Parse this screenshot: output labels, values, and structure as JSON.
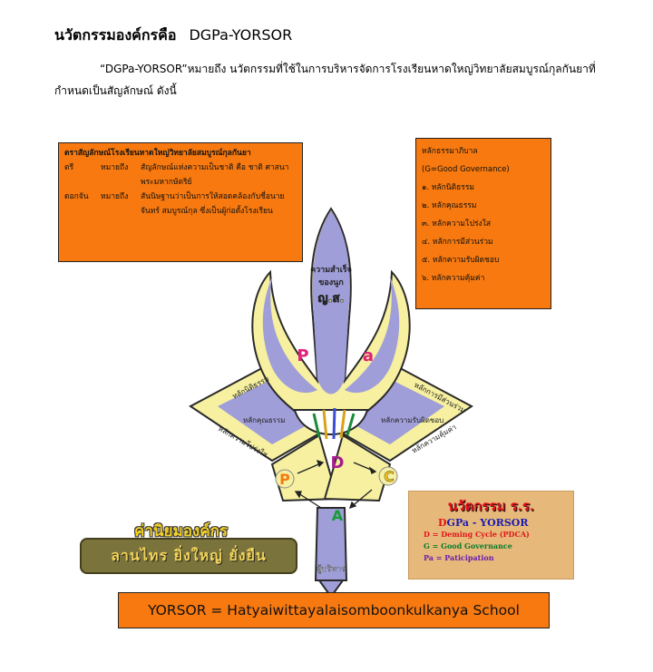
{
  "page": {
    "title_prefix": "นวัตกรรมองค์กรคือ",
    "title_name": "DGPa-YORSOR",
    "intro": "“DGPa-YORSOR”หมายถึง นวัตกรรมที่ใช้ในการบริหารจัดการโรงเรียนหาดใหญ่วิทยาลัยสมบูรณ์กุลกันยาที่กำหนดเป็นสัญลักษณ์ ดังนี้"
  },
  "emblem_box": {
    "heading": "ตราสัญลักษณ์โรงเรียนหาดใหญ่วิทยาลัยสมบูรณ์กุลกันยา",
    "rows": [
      {
        "term": "ตรี",
        "means": "หมายถึง",
        "desc": "สัญลักษณ์แห่งความเป็นชาติ คือ ชาติ ศาสนา พระมหากษัตริย์"
      },
      {
        "term": "ดอกจัน",
        "means": "หมายถึง",
        "desc": "สันนิษฐานว่าเป็นการให้สอดคล้องกับชื่อนายจันทร์ สมบูรณ์กุล ซึ่งเป็นผู้ก่อตั้งโรงเรียน"
      }
    ]
  },
  "governance_box": {
    "title": "หลักธรรมาภิบาล",
    "subtitle": "(G=Good Governance)",
    "items": [
      "๑. หลักนิติธรรม",
      "๒. หลักคุณธรรม",
      "๓. หลักความโปร่งใส",
      "๔. หลักการมีส่วนร่วม",
      "๕. หลักความรับผิดชอบ",
      "๖. หลักความคุ้มค่า"
    ]
  },
  "diagram": {
    "top_label_1": "ความสำเร็จ",
    "top_label_2": "ของนูก",
    "top_label_3": "ญ.ส.",
    "letter_p_big": "P",
    "letter_a_big": "a",
    "left_petal_1": "หลักนิติธรรม",
    "left_petal_2": "หลักคุณธรรม",
    "left_petal_3": "หลักความโปร่งใส",
    "right_petal_1": "หลักการมีส่วนร่วม",
    "right_petal_2": "หลักความรับผิดชอบ",
    "right_petal_3": "หลักความคุ้มค่า",
    "cycle_d": "D",
    "cycle_p": "P",
    "cycle_c": "C",
    "cycle_a": "A",
    "bottom_label": "ผู้บริหาร"
  },
  "values": {
    "title": "ค่านิยมองค์กร",
    "motto": "ลานไทร  ยิ่งใหญ่  ยั่งยืน"
  },
  "innovation_box": {
    "heading": "นวัตกรรม ร.ร.",
    "acronym_d": "D",
    "acronym_rest": "GPa - YORSOR",
    "line_d": "D = Deming Cycle (PDCA)",
    "line_g": "G = Good Governance",
    "line_pa": "Pa = Paticipation"
  },
  "footer": {
    "text": "YORSOR = Hatyaiwittayalaisomboonkulkanya School"
  }
}
